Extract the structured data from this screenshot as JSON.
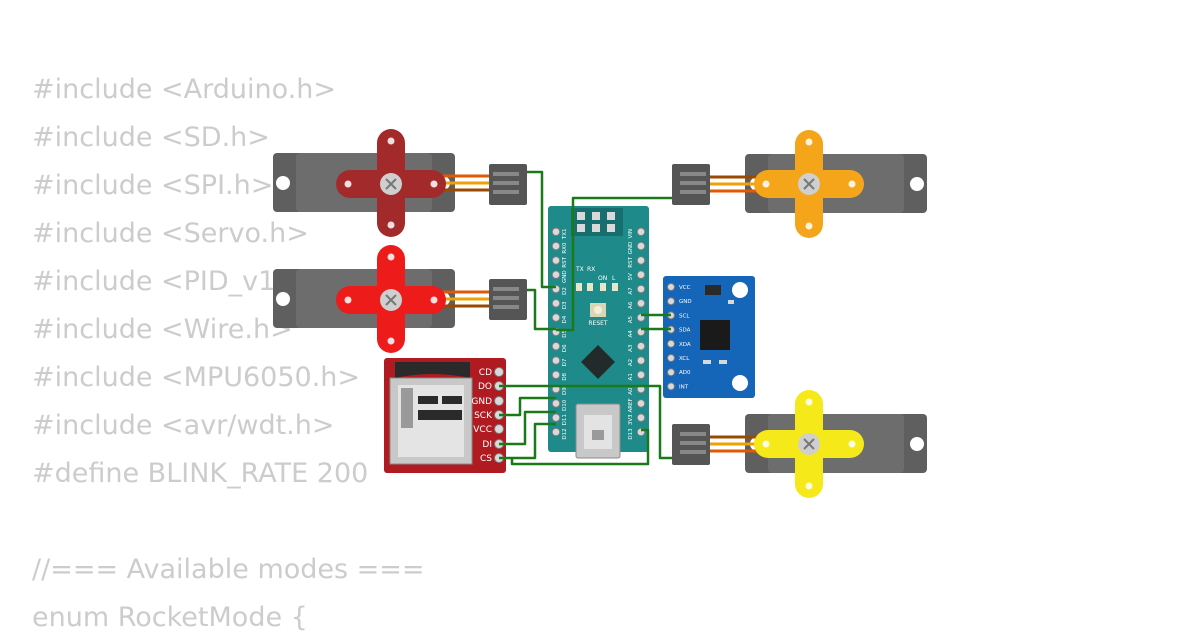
{
  "code_lines": [
    "#include <Arduino.h>",
    "#include <SD.h>",
    "#include <SPI.h>",
    "#include <Servo.h>",
    "#include <PID_v1.h>",
    "#include <Wire.h>",
    "#include <MPU6050.h>",
    "#include <avr/wdt.h>",
    "#define BLINK_RATE 200",
    "",
    "//=== Available modes ===",
    "enum RocketMode {"
  ],
  "colors": {
    "code_text": "#cccccc",
    "wire": "#1a7a1a",
    "servo_body": "#5f5f5f",
    "servo_horn_1": "#a32a2a",
    "servo_horn_2": "#ee1b1b",
    "servo_horn_3": "#f5a51a",
    "servo_horn_4": "#f5e91a",
    "nano_board": "#1f8a8a",
    "sd_board": "#b01b22",
    "mpu_board": "#1565b8"
  },
  "sd_module": {
    "pins": [
      "CD",
      "DO",
      "GND",
      "SCK",
      "VCC",
      "DI",
      "CS"
    ]
  },
  "mpu6050": {
    "pins": [
      "VCC",
      "GND",
      "SCL",
      "SDA",
      "XDA",
      "XCL",
      "AD0",
      "INT"
    ]
  },
  "nano": {
    "reset_label": "RESET",
    "tx_label": "TX",
    "rx_label": "RX",
    "on_label": "ON",
    "l_label": "L",
    "left_pins": [
      "D12",
      "D11",
      "D10",
      "D9",
      "D8",
      "D7",
      "D6",
      "D5",
      "D4",
      "D3",
      "D2",
      "GND",
      "RST",
      "RX0",
      "TX1"
    ],
    "right_pins": [
      "D13",
      "3V3",
      "AREF",
      "A0",
      "A1",
      "A2",
      "A3",
      "A4",
      "A5",
      "A6",
      "A7",
      "5V",
      "RST",
      "GND",
      "VIN"
    ]
  }
}
